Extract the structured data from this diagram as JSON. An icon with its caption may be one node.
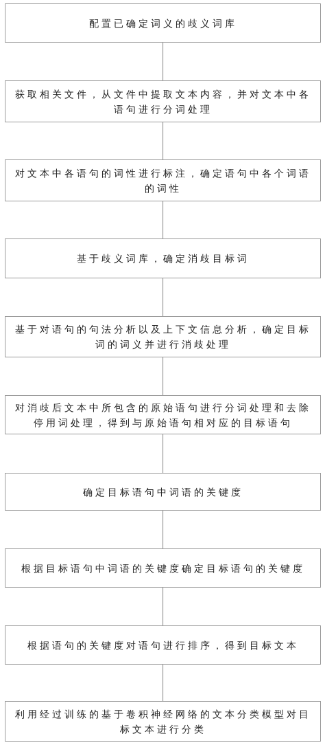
{
  "diagram": {
    "nodes": [
      {
        "text": [
          "配置已确定词义的歧义词库"
        ]
      },
      {
        "text": [
          "获取相关文件，从文件中提取文本内容，并对文本中各语句进行分词处理"
        ]
      },
      {
        "text": [
          "对文本中各语句的词性进行标注，确定语句中各个词语的词性"
        ]
      },
      {
        "text": [
          "基于歧义词库，确定消歧目标词"
        ]
      },
      {
        "text": [
          "基于对语句的句法分析以及上下文信息分析，确定目标词的词义并进行消歧处理"
        ]
      },
      {
        "text": [
          "对消歧后文本中所包含的原始语句进行分词处理和去除停用词处理，得到与原始语句相对应的目标语句"
        ]
      },
      {
        "text": [
          "确定目标语句中词语的关键度"
        ]
      },
      {
        "text": [
          "根据目标语句中词语的关键度确定目标语句的关键度"
        ]
      },
      {
        "text": [
          "根据语句的关键度对语句进行排序，得到目标文本"
        ]
      },
      {
        "text": [
          "利用经过训练的基于卷积神经网络的文本分类模型对目标文本进行分类"
        ]
      }
    ],
    "edges": [
      {
        "from": 0,
        "to": 1,
        "arrow": "none"
      },
      {
        "from": 1,
        "to": 2,
        "arrow": "none"
      },
      {
        "from": 2,
        "to": 3,
        "arrow": "none"
      },
      {
        "from": 3,
        "to": 4,
        "arrow": "none"
      },
      {
        "from": 4,
        "to": 5,
        "arrow": "none"
      },
      {
        "from": 5,
        "to": 6,
        "arrow": "none"
      },
      {
        "from": 6,
        "to": 7,
        "arrow": "none"
      },
      {
        "from": 7,
        "to": 8,
        "arrow": "none"
      },
      {
        "from": 8,
        "to": 9,
        "arrow": "none"
      }
    ]
  }
}
